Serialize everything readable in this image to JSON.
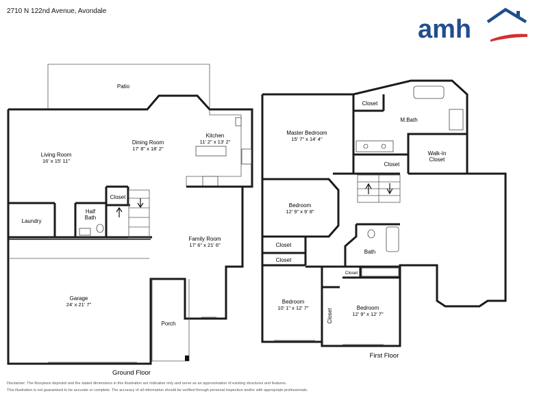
{
  "header": {
    "address": "2710 N 122nd Avenue, Avondale"
  },
  "logo": {
    "text": "amh",
    "brand_color": "#1f4e8c",
    "accent_color": "#d32f2f"
  },
  "ground_floor": {
    "label": "Ground Floor",
    "rooms": {
      "patio": {
        "name": "Patio"
      },
      "living_room": {
        "name": "Living Room",
        "dim": "16' x 15' 11\""
      },
      "dining_room": {
        "name": "Dining Room",
        "dim": "17' 8\" x 18' 2\""
      },
      "kitchen": {
        "name": "Kitchen",
        "dim": "11' 2\" x 13' 2\""
      },
      "closet": {
        "name": "Closet"
      },
      "laundry": {
        "name": "Laundry"
      },
      "half_bath": {
        "name": "Half Bath"
      },
      "family_room": {
        "name": "Family Room",
        "dim": "17' 6\" x 21' 6\""
      },
      "garage": {
        "name": "Garage",
        "dim": "24' x 21' 7\""
      },
      "porch": {
        "name": "Porch"
      }
    }
  },
  "first_floor": {
    "label": "First Floor",
    "rooms": {
      "closet_top": {
        "name": "Closet"
      },
      "m_bath": {
        "name": "M.Bath"
      },
      "master_bedroom": {
        "name": "Master Bedroom",
        "dim": "15' 7\" x 14' 4\""
      },
      "walk_in_closet": {
        "name": "Walk-In Closet",
        "line1": "Walk-In",
        "line2": "Closet"
      },
      "closet_mid": {
        "name": "Closet"
      },
      "bedroom_1": {
        "name": "Bedroom",
        "dim": "12' 9\" x 9' 8\""
      },
      "closet_a": {
        "name": "Closet"
      },
      "closet_b": {
        "name": "Closet"
      },
      "bath": {
        "name": "Bath"
      },
      "closet_small": {
        "name": "Closet"
      },
      "bedroom_2": {
        "name": "Bedroom",
        "dim": "10' 1\" x 12' 7\""
      },
      "closet_vert": {
        "name": "Closet"
      },
      "bedroom_3": {
        "name": "Bedroom",
        "dim": "12' 9\" x 12' 7\""
      }
    }
  },
  "disclaimer": {
    "line1": "Disclaimer: The floorplans depicted and the stated dimensions in this illustration are indicative only and serve as an approximation of existing structures and features.",
    "line2": "This illustration is not guaranteed to be accurate or complete. The accuracy of all information should be verified through personal inspection and/or with appropriate professionals."
  }
}
